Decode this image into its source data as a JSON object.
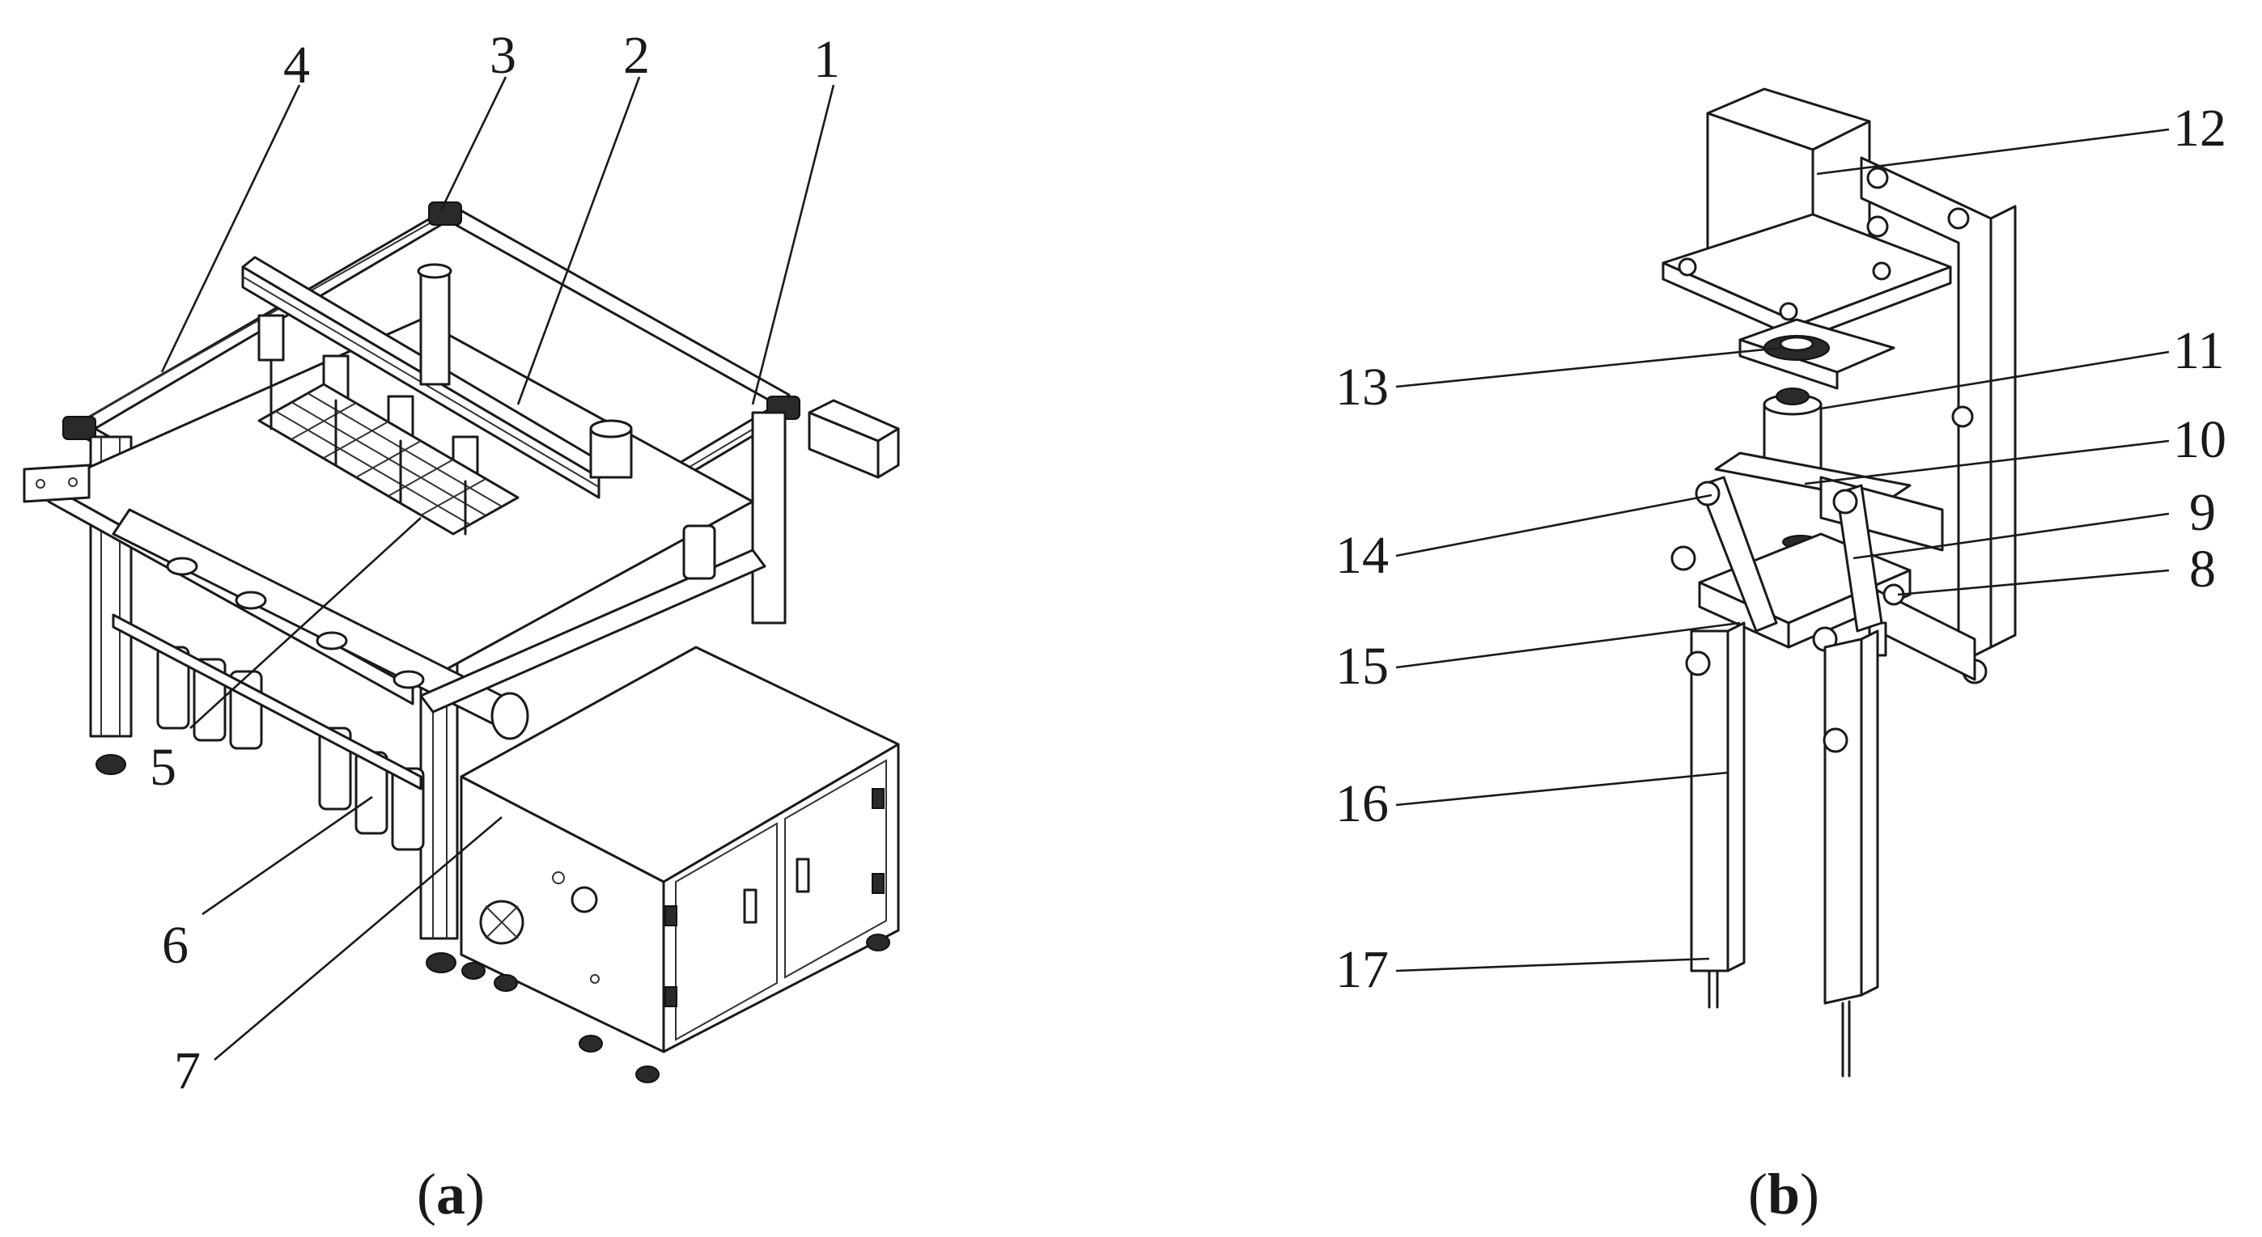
{
  "panels": {
    "a": {
      "caption_open": "(",
      "caption_letter": "a",
      "caption_close": ")",
      "labels": [
        "1",
        "2",
        "3",
        "4",
        "5",
        "6",
        "7"
      ]
    },
    "b": {
      "caption_open": "(",
      "caption_letter": "b",
      "caption_close": ")",
      "labels": [
        "8",
        "9",
        "10",
        "11",
        "12",
        "13",
        "14",
        "15",
        "16",
        "17"
      ]
    }
  },
  "colors": {
    "line": "#1a1a1a",
    "background": "#ffffff",
    "shade": "#e8e8e8"
  }
}
